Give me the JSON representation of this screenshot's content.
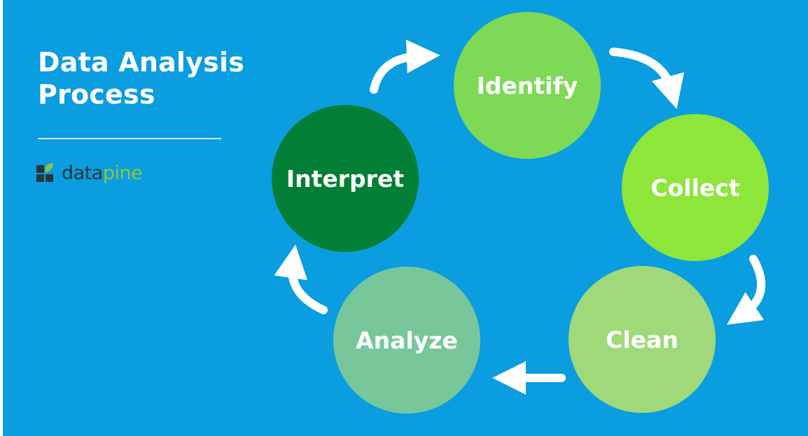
{
  "title": {
    "line1": "Data Analysis",
    "line2": "Process"
  },
  "logo": {
    "part1": "data",
    "part2": "pine",
    "icon": "datapine-logo-icon"
  },
  "steps": [
    {
      "label": "Identify",
      "color": "#7ed957"
    },
    {
      "label": "Collect",
      "color": "#8ee63a"
    },
    {
      "label": "Clean",
      "color": "#9fd97a"
    },
    {
      "label": "Analyze",
      "color": "#78c79a"
    },
    {
      "label": "Interpret",
      "color": "#027f36"
    }
  ],
  "colors": {
    "background": "#0a9de0",
    "arrow": "#ffffff"
  }
}
